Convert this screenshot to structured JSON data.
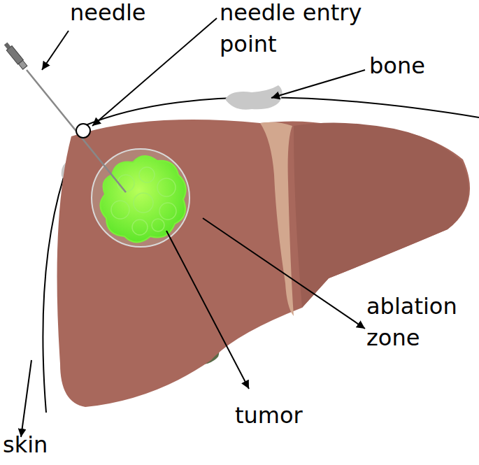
{
  "diagram": {
    "labels": [
      "needle",
      "needle entry point",
      "bone",
      "ablation zone",
      "tumor",
      "skin"
    ]
  }
}
